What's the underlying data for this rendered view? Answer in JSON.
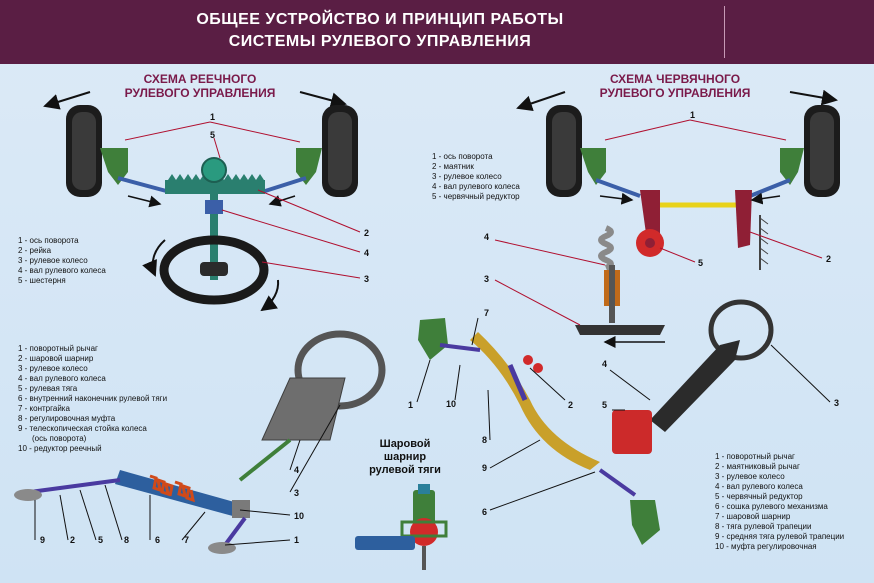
{
  "header": {
    "title_line1": "ОБЩЕЕ УСТРОЙСТВО И ПРИНЦИП РАБОТЫ",
    "title_line2": "СИСТЕМЫ РУЛЕВОГО УПРАВЛЕНИЯ"
  },
  "rack_scheme": {
    "title_line1": "СХЕМА РЕЕЧНОГО",
    "title_line2": "РУЛЕВОГО УПРАВЛЕНИЯ",
    "legend": [
      "1 - ось поворота",
      "2 - рейка",
      "3 - рулевое колесо",
      "4 - вал рулевого колеса",
      "5 - шестерня"
    ],
    "callouts": [
      "1",
      "5",
      "2",
      "4",
      "3"
    ]
  },
  "worm_scheme": {
    "title_line1": "СХЕМА ЧЕРВЯЧНОГО",
    "title_line2": "РУЛЕВОГО УПРАВЛЕНИЯ",
    "legend": [
      "1 - ось поворота",
      "2 - маятник",
      "3 - рулевое колесо",
      "4 - вал рулевого колеса",
      "5 - червячный редуктор"
    ],
    "callouts": [
      "1",
      "4",
      "5",
      "2",
      "3"
    ]
  },
  "rack_assembly": {
    "legend": [
      "1 - поворотный рычаг",
      "2 - шаровой шарнир",
      "3 - рулевое колесо",
      "4 - вал рулевого колеса",
      "5 - рулевая тяга",
      "6 - внутренний наконечник рулевой тяги",
      "7 - контргайка",
      "8 - регулировочная муфта",
      "9 - телескопическая стойка колеса",
      "(ось поворота)",
      "10 - редуктор реечный"
    ],
    "callouts": [
      "4",
      "3",
      "10",
      "1",
      "9",
      "2",
      "5",
      "8",
      "6",
      "7"
    ]
  },
  "ball_joint": {
    "title_line1": "Шаровой",
    "title_line2": "шарнир",
    "title_line3": "рулевой тяги"
  },
  "worm_assembly": {
    "legend": [
      "1 - поворотный рычаг",
      "2 - маятниковый рычаг",
      "3 - рулевое колесо",
      "4 - вал рулевого колеса",
      "5 - червячный редуктор",
      "6 - сошка рулевого механизма",
      "7 - шаровой шарнир",
      "8 - тяга рулевой трапеции",
      "9 - средняя тяга рулевой трапеции",
      "10 - муфта регулировочная"
    ],
    "callouts": [
      "7",
      "1",
      "10",
      "2",
      "8",
      "9",
      "6",
      "4",
      "5",
      "3"
    ]
  },
  "colors": {
    "header_bg": "#5a1e44",
    "title_accent": "#7a1a4a",
    "background": "#d6e8f6",
    "knuckle_green": "#3f7f3a",
    "rod_blue": "#3b5fa8",
    "rack_teal": "#2a7f6f",
    "worm_red": "#d12a2a",
    "bar_yellow": "#e8d21a"
  }
}
